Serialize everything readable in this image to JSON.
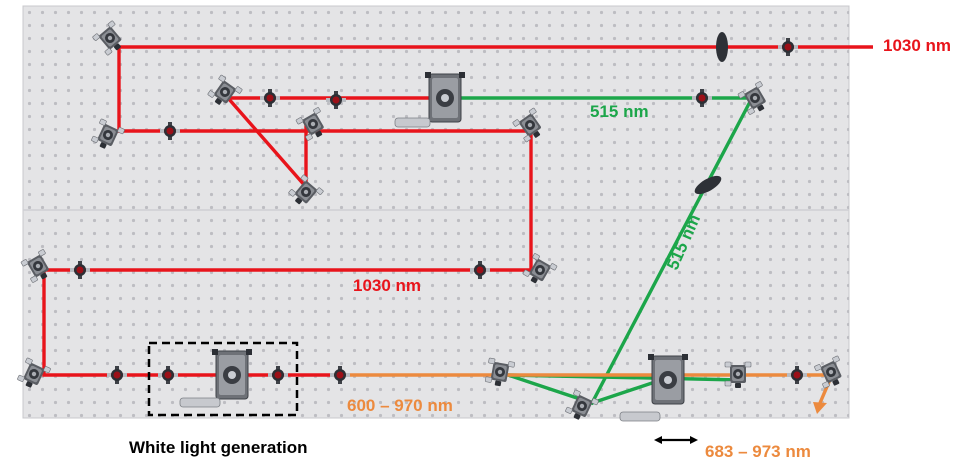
{
  "labels": {
    "red_top": "1030 nm",
    "red_mid": "1030 nm",
    "green_top": "515 nm",
    "green_diag": "515 nm",
    "orange_band": "600 – 970 nm",
    "orange_out": "683 – 973 nm",
    "wlg_caption": "White light generation"
  },
  "colors": {
    "red": "#e8141b",
    "green": "#1ca64a",
    "orange": "#ec8a3e",
    "breadboard": "#e4e4e6",
    "hole": "#bdbdc2",
    "mount": "#5a5d63",
    "knob": "#2c2f35",
    "lens": "#d01020",
    "dashed_box": "#000000",
    "translation_arrow": "#000000"
  },
  "icons": [
    "mirror-mount-icon",
    "lens-icon",
    "stage-icon",
    "micrometer-icon",
    "double-arrow-icon"
  ]
}
